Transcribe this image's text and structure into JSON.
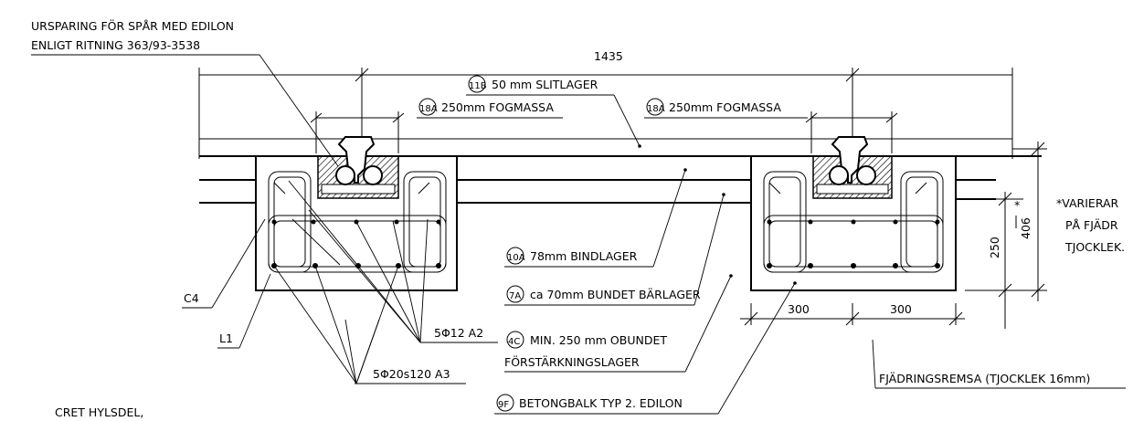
{
  "notes": {
    "recess_line1": "URSPARING FÖR SPÅR MED EDILON",
    "recess_line2": "ENLIGT RITNING 363/93-3538",
    "cret": "CRET HYLSDEL,",
    "varies_line1": "*VARIERAR",
    "varies_line2": "PÅ FJÄDR",
    "varies_line3": "TJOCKLEK."
  },
  "dimensions": {
    "track_gauge": "1435",
    "depth_total": "406",
    "depth_star": "*",
    "beam_height": "250",
    "width_left": "300",
    "width_right": "300"
  },
  "callouts": {
    "wear_layer": {
      "tag": "11B",
      "text": "50 mm SLITLAGER"
    },
    "joint_left": {
      "tag": "18A",
      "text": "250mm FOGMASSA"
    },
    "joint_right": {
      "tag": "18A",
      "text": "250mm FOGMASSA"
    },
    "binder": {
      "tag": "10A",
      "text": "78mm BINDLAGER"
    },
    "base": {
      "tag": "7A",
      "text": "ca 70mm BUNDET BÄRLAGER"
    },
    "subbase": {
      "tag": "4C",
      "text": "MIN. 250 mm OBUNDET",
      "text2": "FÖRSTÄRKNINGSLAGER"
    },
    "beam": {
      "tag": "9F",
      "text": "BETONGBALK TYP 2. EDILON"
    }
  },
  "rebar": {
    "c4": "C4",
    "l1": "L1",
    "a2": "5Φ12 A2",
    "a3": "5Φ20s120 A3"
  },
  "strip": "FJÄDRINGSREMSA (TJOCKLEK 16mm)"
}
